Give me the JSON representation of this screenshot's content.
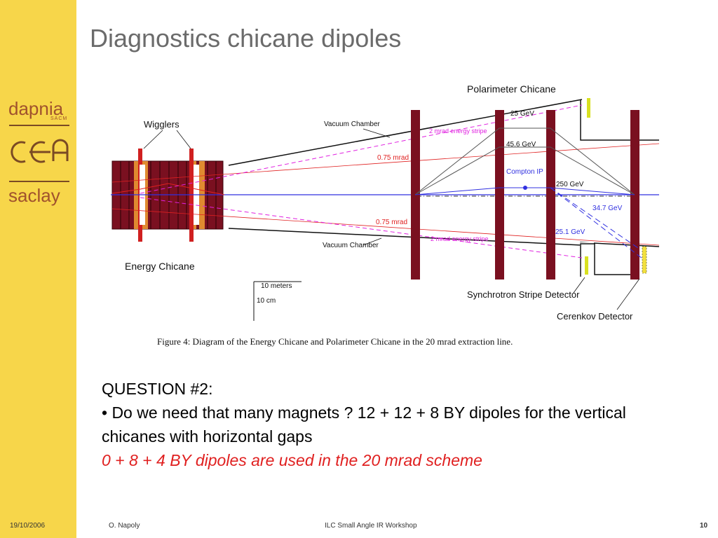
{
  "sidebar": {
    "logo_top": "dapnia",
    "logo_sub": "SACM",
    "logo_bottom": "saclay"
  },
  "slide": {
    "title": "Diagnostics chicane dipoles"
  },
  "figure": {
    "labels": {
      "wigglers": "Wigglers",
      "energy_chicane": "Energy Chicane",
      "polarimeter_chicane": "Polarimeter Chicane",
      "vacuum_chamber_top": "Vacuum Chamber",
      "vacuum_chamber_bottom": "Vacuum Chamber",
      "mrad_top": "0.75 mrad",
      "mrad_bottom": "0.75 mrad",
      "stripe_top": "2 mrad energy stripe",
      "stripe_bottom": "2 mrad energy stripe",
      "gev_25": "25 GeV",
      "gev_456": "45.6 GeV",
      "compton_ip": "Compton IP",
      "gev_250": "250 GeV",
      "gev_347": "34.7 GeV",
      "gev_251": "25.1 GeV",
      "scale_10m": "10 meters",
      "scale_10cm": "10 cm",
      "synchrotron_detector": "Synchrotron Stripe Detector",
      "cerenkov_detector": "Cerenkov Detector"
    },
    "caption": "Figure 4: Diagram of the Energy Chicane and Polarimeter Chicane in the 20 mrad extraction line."
  },
  "content": {
    "question": "QUESTION #2:",
    "bullet": "• Do we need that many magnets ? 12 + 12 + 8 BY dipoles for the vertical chicanes with horizontal gaps",
    "answer": "0 + 8 + 4 BY dipoles are used in the 20 mrad scheme"
  },
  "footer": {
    "date": "19/10/2006",
    "author": "O. Napoly",
    "event": "ILC Small Angle IR Workshop",
    "page": "10"
  },
  "colors": {
    "sidebar": "#f7d64a",
    "magnet": "#7a1020",
    "answer_text": "#e02020",
    "beam_blue": "#3030e0",
    "stripe_magenta": "#e020e0"
  }
}
